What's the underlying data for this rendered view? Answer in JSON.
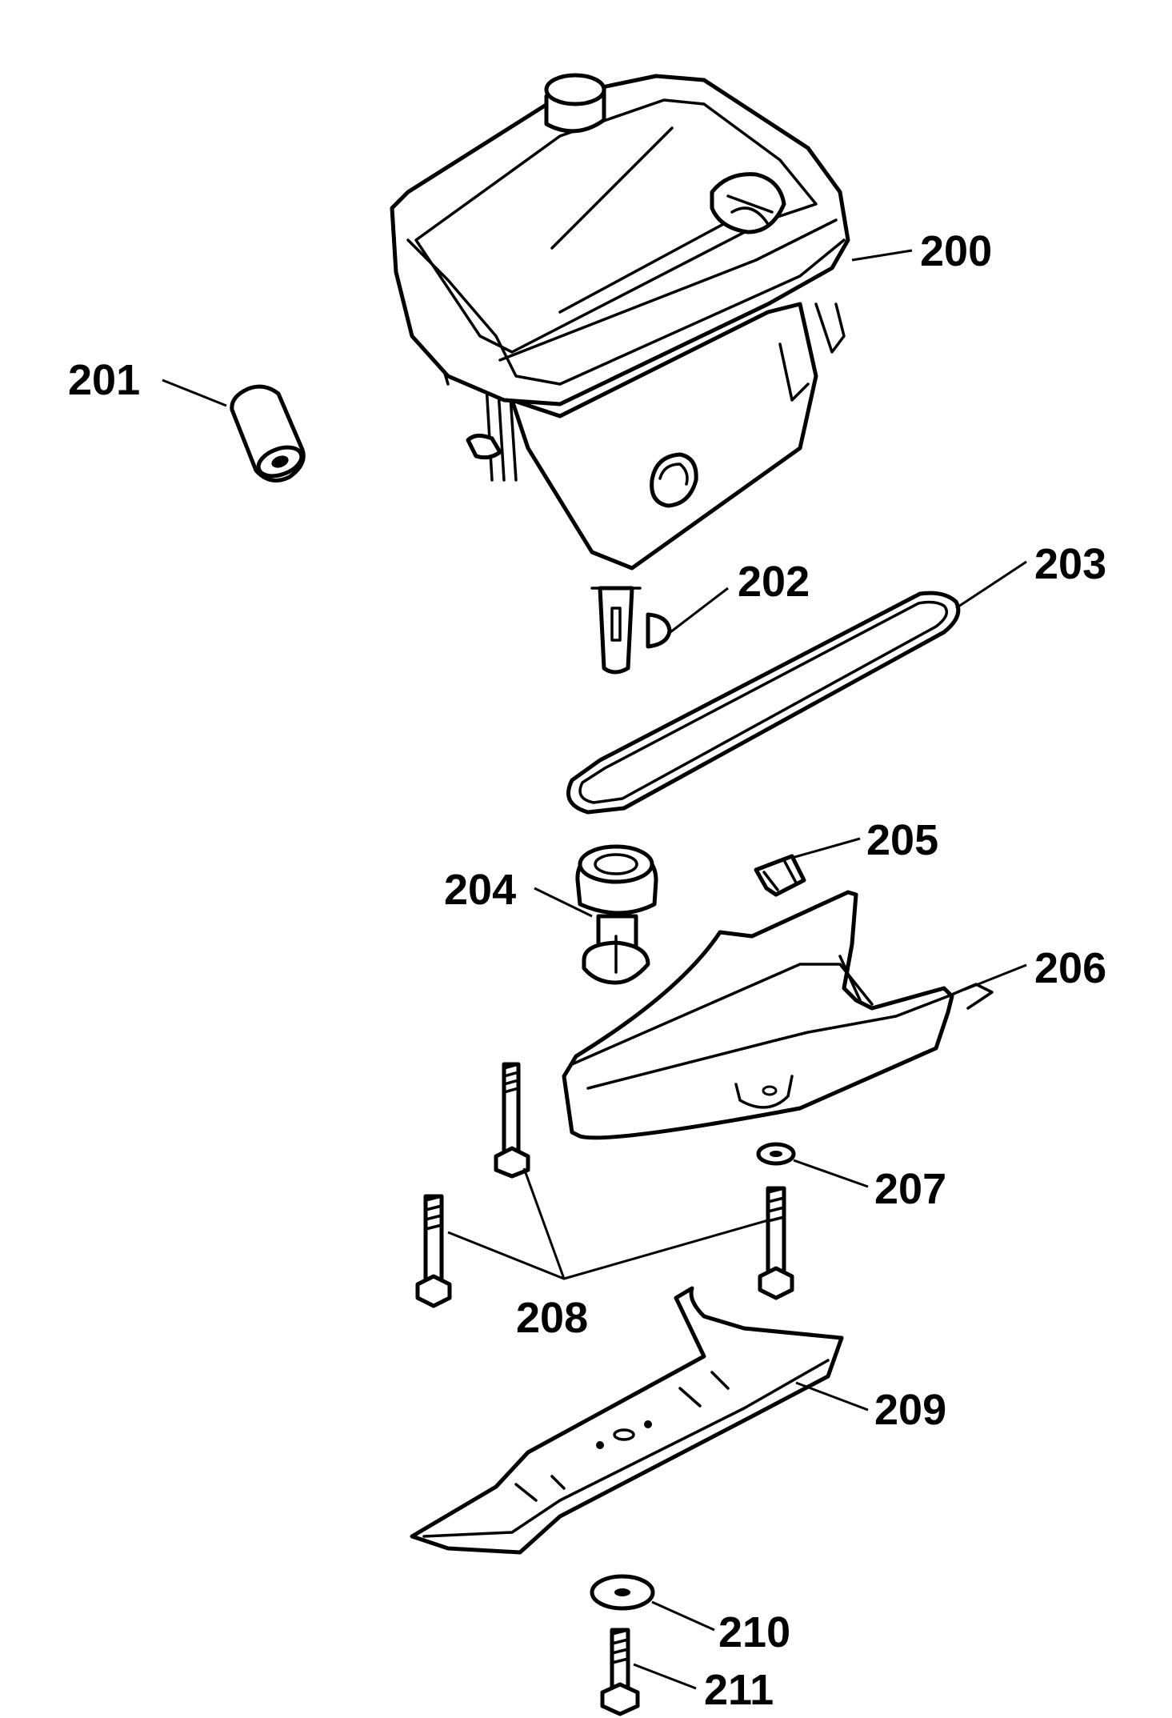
{
  "diagram": {
    "part_labels": {
      "p200": "200",
      "p201": "201",
      "p202": "202",
      "p203": "203",
      "p204": "204",
      "p205": "205",
      "p206": "206",
      "p207": "207",
      "p208": "208",
      "p209": "209",
      "p210": "210",
      "p211": "211"
    }
  }
}
